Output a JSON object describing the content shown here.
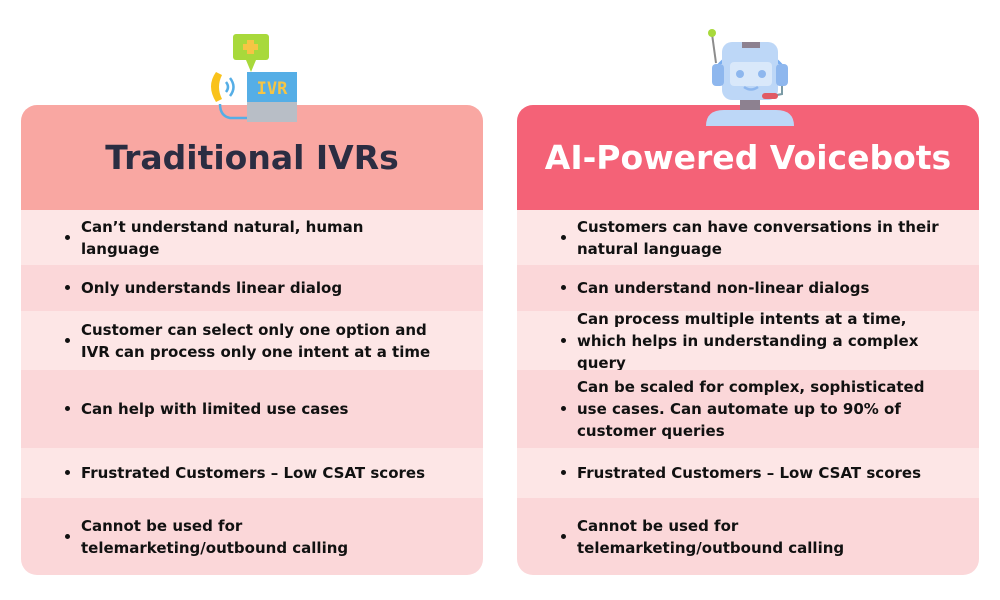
{
  "left": {
    "title": "Traditional IVRs",
    "icon": "ivr-phone-icon",
    "header_color": "#F9A7A2",
    "items": [
      "Can’t understand natural, human language",
      "Only understands linear dialog",
      "Customer can select only one option and IVR can process only one intent at a time",
      "Can help with limited use cases",
      "Frustrated Customers – Low CSAT scores",
      "Cannot be used for telemarketing/outbound calling"
    ]
  },
  "right": {
    "title": "AI-Powered Voicebots",
    "icon": "robot-headset-icon",
    "header_color": "#F46277",
    "items": [
      "Customers can have conversations in their natural language",
      "Can understand non-linear dialogs",
      "Can process multiple intents at a time, which helps in understanding a complex query",
      "Can be scaled for complex, sophisticated use cases. Can automate up to 90% of customer queries",
      "Frustrated Customers – Low CSAT scores",
      "Cannot be used for telemarketing/outbound calling"
    ]
  },
  "ivr_icon_text": "IVR"
}
